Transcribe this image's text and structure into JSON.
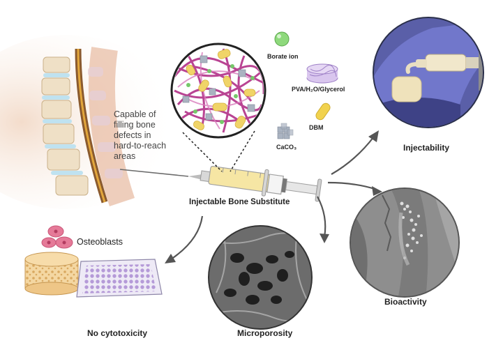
{
  "colors": {
    "fiber": "#b63a8e",
    "dbm": "#f0d468",
    "borate": "#76c86a",
    "caco3": "#a9b2c0",
    "glove": "#6a6fc4",
    "arrow": "#555555"
  },
  "spine_note": {
    "line1": "Capable of",
    "line2": "filling bone",
    "line3": "defects in",
    "line4": "hard-to-reach",
    "line5": "areas"
  },
  "legend": {
    "borate": "Borate ion",
    "pva": "PVA/H₂O/Glycerol",
    "dbm": "DBM",
    "caco3": "CaCO₃"
  },
  "syringe_label": "Injectable Bone Substitute",
  "outcomes": {
    "injectability": "Injectability",
    "bioactivity": "Bioactivity",
    "microporosity": "Microporosity",
    "cytotoxicity": "No cytotoxicity"
  },
  "cells_label": "Osteoblasts"
}
